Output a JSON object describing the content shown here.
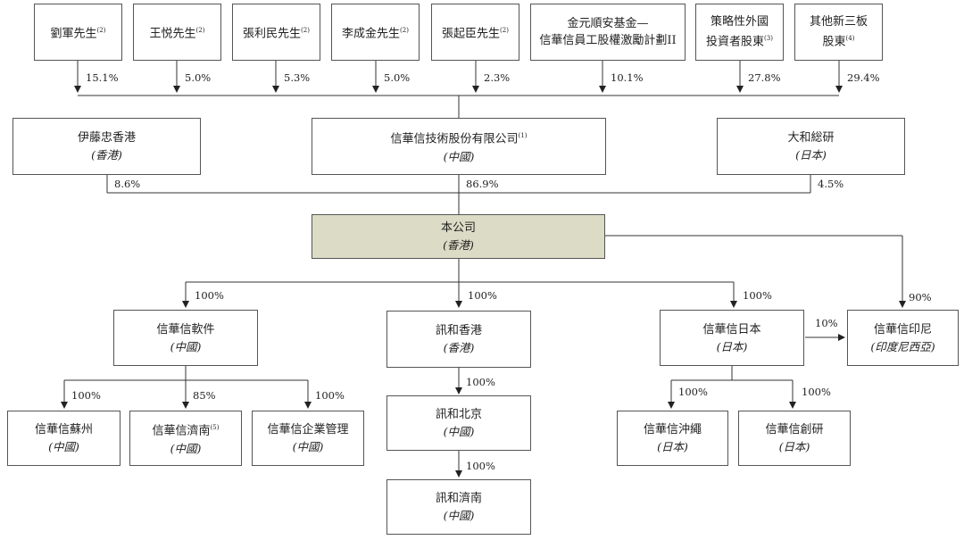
{
  "shareholders": [
    {
      "name": "劉軍先生",
      "note": "(2)",
      "pct": "15.1%"
    },
    {
      "name": "王悦先生",
      "note": "(2)",
      "pct": "5.0%"
    },
    {
      "name": "張利民先生",
      "note": "(2)",
      "pct": "5.3%"
    },
    {
      "name": "李成金先生",
      "note": "(2)",
      "pct": "5.0%"
    },
    {
      "name": "張起臣先生",
      "note": "(2)",
      "pct": "2.3%"
    },
    {
      "name": "金元順安基金—",
      "name2": "信華信員工股權激勵計劃II",
      "note": "",
      "pct": "10.1%"
    },
    {
      "name": "策略性外國",
      "name2": "投資者股東",
      "note": "(3)",
      "pct": "27.8%"
    },
    {
      "name": "其他新三板",
      "name2": "股東",
      "note": "(4)",
      "pct": "29.4%"
    }
  ],
  "parents": [
    {
      "name": "伊藤忠香港",
      "note": "",
      "sub": "(香港)",
      "pct": "8.6%"
    },
    {
      "name": "信華信技術股份有限公司",
      "note": "(1)",
      "sub": "(中國)",
      "pct": "86.9%"
    },
    {
      "name": "大和総研",
      "note": "",
      "sub": "(日本)",
      "pct": "4.5%"
    }
  ],
  "company": {
    "name": "本公司",
    "sub": "(香港)"
  },
  "subsidiaries": [
    {
      "name": "信華信軟件",
      "sub": "(中國)",
      "pct": "100%"
    },
    {
      "name": "訊和香港",
      "sub": "(香港)",
      "pct": "100%"
    },
    {
      "name": "信華信日本",
      "sub": "(日本)",
      "pct": "100%"
    },
    {
      "name": "信華信印尼",
      "sub": "(印度尼西亞)",
      "pct": "90%",
      "pct2": "10%"
    }
  ],
  "software_subs": [
    {
      "name": "信華信蘇州",
      "note": "",
      "sub": "(中國)",
      "pct": "100%"
    },
    {
      "name": "信華信濟南",
      "note": "(5)",
      "sub": "(中國)",
      "pct": "85%"
    },
    {
      "name": "信華信企業管理",
      "note": "",
      "sub": "(中國)",
      "pct": "100%"
    }
  ],
  "hk_chain": [
    {
      "name": "訊和北京",
      "sub": "(中國)",
      "pct": "100%"
    },
    {
      "name": "訊和濟南",
      "sub": "(中國)",
      "pct": "100%"
    }
  ],
  "japan_subs": [
    {
      "name": "信華信沖繩",
      "sub": "(日本)",
      "pct": "100%"
    },
    {
      "name": "信華信創研",
      "sub": "(日本)",
      "pct": "100%"
    }
  ]
}
